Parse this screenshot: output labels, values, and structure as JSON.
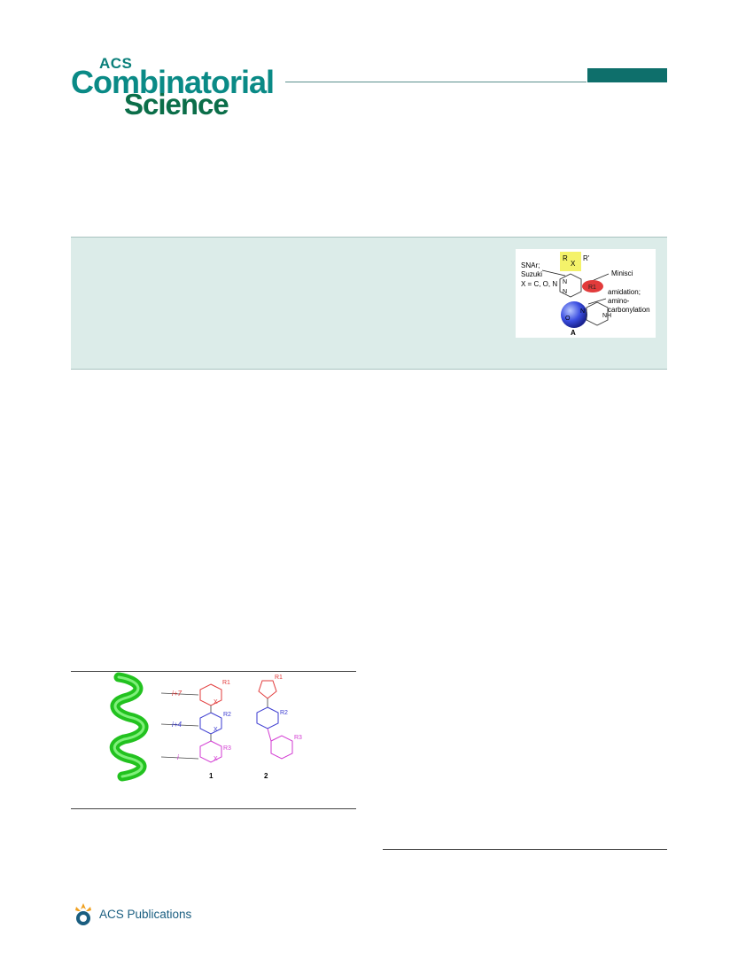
{
  "masthead": {
    "acs": "ACS",
    "combinatorial": "Combinatorial",
    "science": "Science"
  },
  "toc": {
    "snar": "SNAr;",
    "suzuki": "Suzuki",
    "x_eq": "X = C, O, N",
    "r_left": "R",
    "x": "X",
    "r_right": "R'",
    "minisci": "Minisci",
    "r1": "R1",
    "amidation": "amidation;",
    "amino": "amino-",
    "carbonylation": "carbonylation",
    "n": "N",
    "o": "O",
    "nh": "NH",
    "n_n": "N",
    "label_a": "A"
  },
  "figure1": {
    "i7": "i+7",
    "i4": "i+4",
    "i": "i",
    "r1": "R1",
    "r2": "R2",
    "r3": "R3",
    "x": "X",
    "compound1": "1",
    "compound2": "2",
    "colors": {
      "helix": "#22c21f",
      "red": "#e23b3b",
      "blue": "#3a3ad0",
      "magenta": "#d23ad2"
    }
  },
  "footer": {
    "publisher": "ACS Publications"
  },
  "colors": {
    "brand_teal": "#0e6f6b",
    "abstract_bg": "#dcece9",
    "publications_blue": "#1a5e80"
  }
}
